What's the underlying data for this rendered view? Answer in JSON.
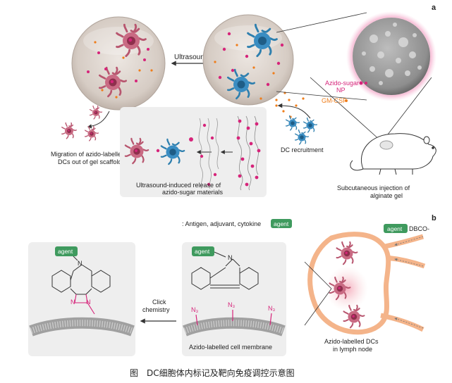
{
  "panels": {
    "a": "a",
    "b": "b"
  },
  "a": {
    "ultrasound": "Ultrasound",
    "azido_sugar_np_line1": "Azido-sugar",
    "azido_sugar_np_line2": "NP",
    "gm_csf": "GM-CSF",
    "dc_recruitment": "DC recruitment",
    "subcutaneous_line1": "Subcutaneous injection of",
    "subcutaneous_line2": "alginate gel",
    "migration_line1": "Migration of azido-labelled",
    "migration_line2": "DCs out of gel scaffold",
    "release_line1": "Ultrasound-induced release of",
    "release_line2": "azido-sugar materials"
  },
  "b": {
    "agent_tag": "agent",
    "agent_legend": ": Antigen, adjuvant, cytokine",
    "dbco_tag": "DBCO-",
    "azido_cell_membrane": "Azido-labelled cell membrane",
    "click_line1": "Click",
    "click_line2": "chemistry",
    "n_label": "N",
    "n3_label": "N₃",
    "n_triazole": "N",
    "lymph_line1": "Azido-labelled DCs",
    "lymph_line2": "in lymph node"
  },
  "caption": "图　DC细胞体内标记及靶向免疫调控示意图",
  "colors": {
    "pink": "#d6247a",
    "orange": "#ef7d1a",
    "green_tag": "#3f9a5e",
    "lymph": "#f4b48a",
    "gel": "#d8cfc8"
  }
}
